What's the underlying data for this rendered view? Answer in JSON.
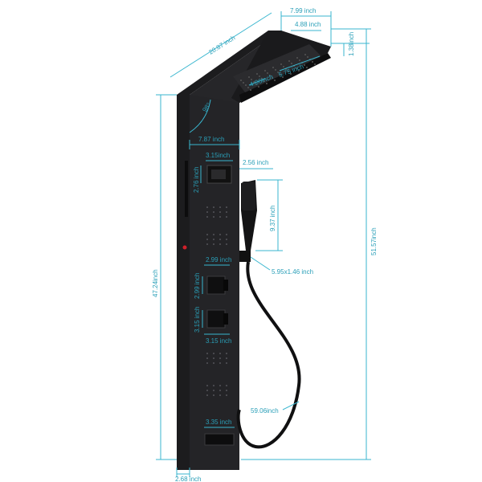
{
  "product": {
    "name": "shower-panel",
    "colors": {
      "panel": "#1c1c1e",
      "dimension": "#39b6cf",
      "indicator": "#d0202a"
    }
  },
  "dimensions": {
    "top_width": "7.99 inch",
    "top_inner_width": "4.88 inch",
    "head_thickness": "1.38inch",
    "arm_length": "20.87 inch",
    "rain_width": "4.06inch",
    "rain_length": "5.75 inch",
    "angle": "98°",
    "panel_width": "7.87 inch",
    "display_width": "3.15inch",
    "display_height": "2.76 inch",
    "holder_offset": "2.56 inch",
    "handheld_length": "9.37 inch",
    "knob_width": "2.99 inch",
    "knob_height": "2.99 inch",
    "handheld_size": "5.95x1.46 inch",
    "valve_height": "3.15 inch",
    "valve_width": "3.15 inch",
    "panel_height": "47.24inch",
    "total_height": "51.57inch",
    "hose_length": "59.06inch",
    "spout_width": "3.35 inch",
    "panel_depth": "2.68 inch"
  }
}
